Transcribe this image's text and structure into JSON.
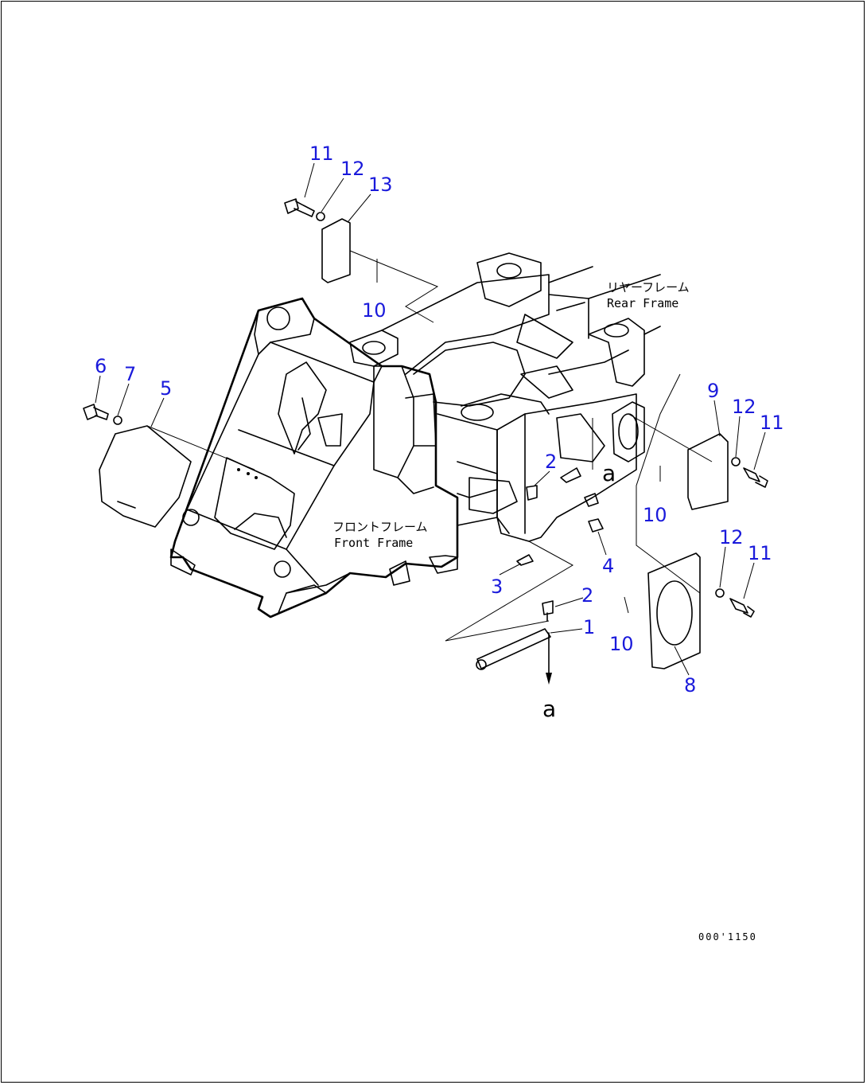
{
  "labels": {
    "rear_frame_jp": "リヤーフレーム",
    "rear_frame_en": "Rear Frame",
    "front_frame_jp": "フロントフレーム",
    "front_frame_en": "Front Frame",
    "ref_a": "a",
    "drawing_number": "000'1150"
  },
  "callouts": [
    {
      "id": "c11a",
      "text": "11"
    },
    {
      "id": "c12a",
      "text": "12"
    },
    {
      "id": "c13",
      "text": "13"
    },
    {
      "id": "c10a",
      "text": "10"
    },
    {
      "id": "c6",
      "text": "6"
    },
    {
      "id": "c7",
      "text": "7"
    },
    {
      "id": "c5",
      "text": "5"
    },
    {
      "id": "c9",
      "text": "9"
    },
    {
      "id": "c12b",
      "text": "12"
    },
    {
      "id": "c11b",
      "text": "11"
    },
    {
      "id": "c2a",
      "text": "2"
    },
    {
      "id": "c10b",
      "text": "10"
    },
    {
      "id": "c4",
      "text": "4"
    },
    {
      "id": "c3",
      "text": "3"
    },
    {
      "id": "c12c",
      "text": "12"
    },
    {
      "id": "c11c",
      "text": "11"
    },
    {
      "id": "c2b",
      "text": "2"
    },
    {
      "id": "c1",
      "text": "1"
    },
    {
      "id": "c10c",
      "text": "10"
    },
    {
      "id": "c8",
      "text": "8"
    }
  ],
  "colors": {
    "callout": "#1a1adb",
    "line": "#000000"
  }
}
